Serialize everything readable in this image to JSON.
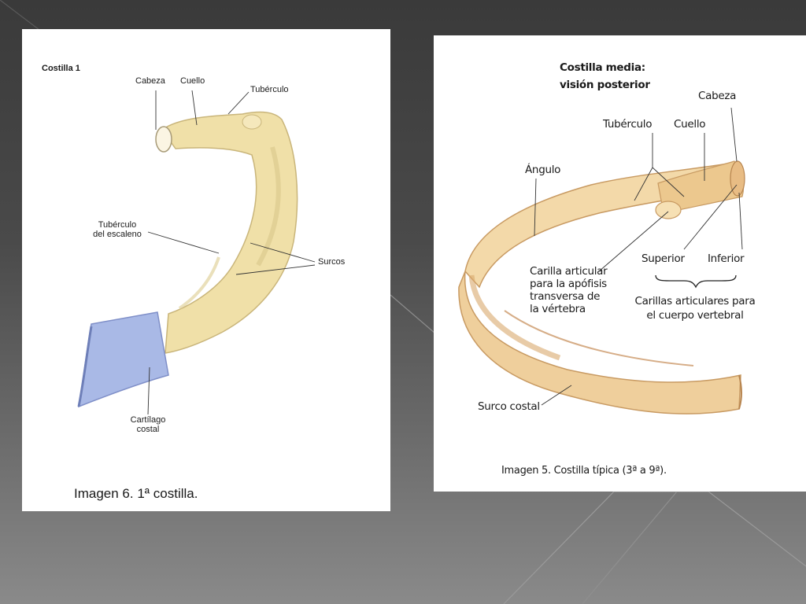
{
  "left_figure": {
    "header": "Costilla 1",
    "labels": {
      "cabeza": "Cabeza",
      "cuello": "Cuello",
      "tuberculo": "Tubérculo",
      "tuberculo_escaleno_1": "Tubérculo",
      "tuberculo_escaleno_2": "del escaleno",
      "surcos": "Surcos",
      "cartilago_1": "Cartílago",
      "cartilago_2": "costal"
    },
    "caption": "Imagen 6. 1ª costilla.",
    "colors": {
      "bone": "#f0e0a8",
      "cartilage": "#a9b9e6"
    }
  },
  "right_figure": {
    "title_line1": "Costilla media:",
    "title_line2": "visión posterior",
    "labels": {
      "cabeza": "Cabeza",
      "tuberculo": "Tubérculo",
      "cuello": "Cuello",
      "angulo": "Ángulo",
      "superior": "Superior",
      "inferior": "Inferior",
      "carilla_1": "Carilla articular",
      "carilla_2": "para la apófisis",
      "carilla_3": "transversa de",
      "carilla_4": "la vértebra",
      "carillas_cuerpo_1": "Carillas articulares para",
      "carillas_cuerpo_2": "el cuerpo vertebral",
      "surco_costal": "Surco costal"
    },
    "caption": "Imagen 5. Costilla típica (3ª a 9ª).",
    "colors": {
      "bone": "#efcf9c"
    }
  }
}
